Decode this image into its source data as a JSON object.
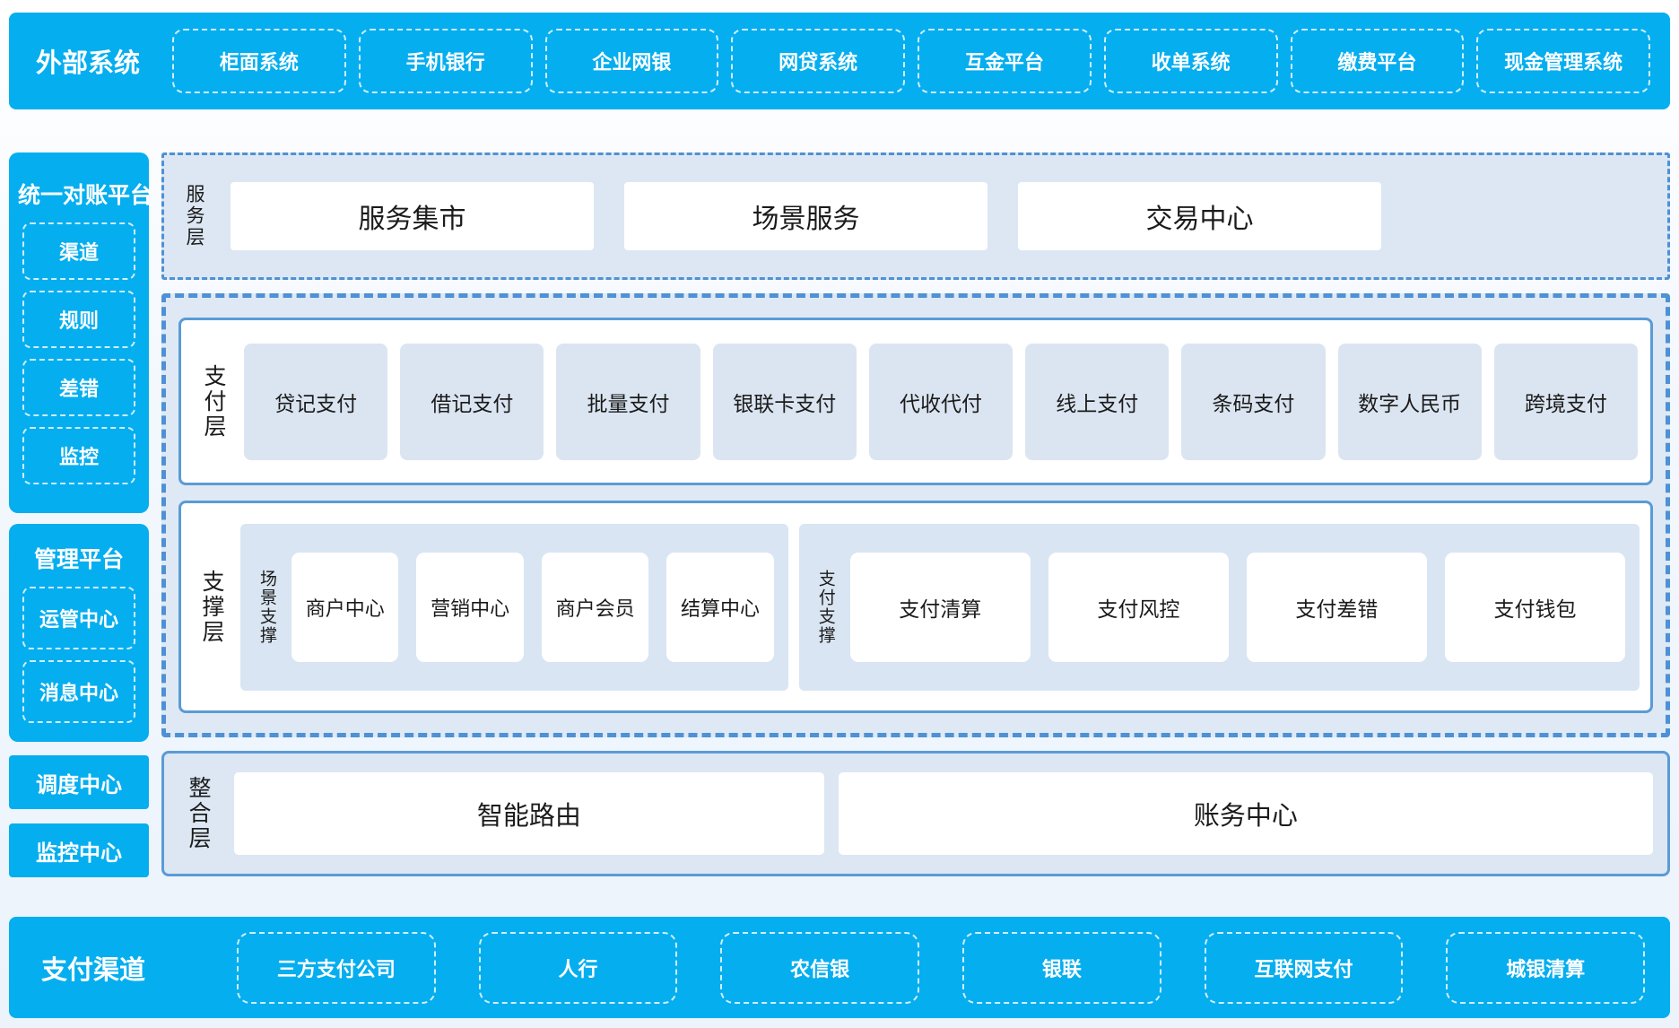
{
  "colors": {
    "brand_blue": "#05aeef",
    "panel_light_blue": "#dce7f3",
    "inner_light_blue": "#dbe5f1",
    "border_blue": "#5b9bd5",
    "dashed_border_blue": "#4e91d5",
    "text_dark": "#1b1b1b",
    "text_white": "#ffffff"
  },
  "top_bar": {
    "title": "外部系统",
    "items": [
      "柜面系统",
      "手机银行",
      "企业网银",
      "网贷系统",
      "互金平台",
      "收单系统",
      "缴费平台",
      "现金管理系统"
    ]
  },
  "left": {
    "reconciliation": {
      "title": "统一对账平台",
      "items": [
        "渠道",
        "规则",
        "差错",
        "监控"
      ]
    },
    "management": {
      "title": "管理平台",
      "items": [
        "运管中心",
        "消息中心"
      ]
    },
    "scheduling_center": "调度中心",
    "monitoring_center": "监控中心"
  },
  "service_layer": {
    "label": "服务层",
    "items": [
      "服务集市",
      "场景服务",
      "交易中心"
    ]
  },
  "payment_layer": {
    "label": "支付层",
    "items": [
      "贷记支付",
      "借记支付",
      "批量支付",
      "银联卡支付",
      "代收代付",
      "线上支付",
      "条码支付",
      "数字人民币",
      "跨境支付"
    ]
  },
  "support_layer": {
    "label": "支撑层",
    "groups": [
      {
        "label": "场景支撑",
        "items": [
          "商户中心",
          "营销中心",
          "商户会员",
          "结算中心"
        ]
      },
      {
        "label": "支付支撑",
        "items": [
          "支付清算",
          "支付风控",
          "支付差错",
          "支付钱包"
        ]
      }
    ]
  },
  "integration_layer": {
    "label": "整合层",
    "items": [
      "智能路由",
      "账务中心"
    ]
  },
  "bottom_bar": {
    "title": "支付渠道",
    "items": [
      "三方支付公司",
      "人行",
      "农信银",
      "银联",
      "互联网支付",
      "城银清算"
    ]
  }
}
